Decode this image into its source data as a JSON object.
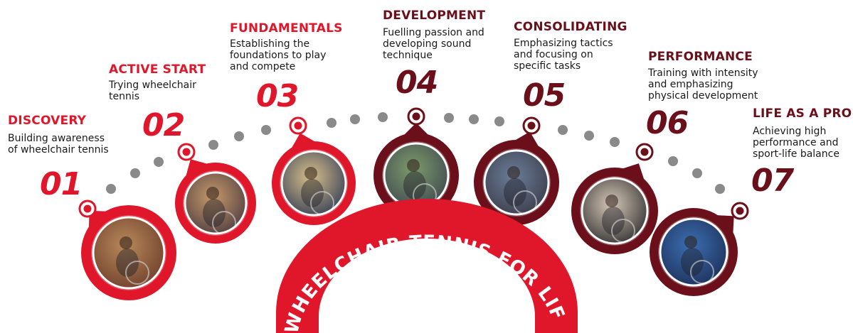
{
  "banner": {
    "text": "WHEELCHAIR TENNIS FOR LIFE"
  },
  "colors": {
    "red": "#e0162b",
    "dark_red": "#6b0f1a",
    "dot": "#8a8a8a"
  },
  "stages": [
    {
      "number": "01",
      "title": "DISCOVERY",
      "description": "Building awareness\nof wheelchair tennis",
      "color": "#e0162b",
      "photo": "child-wheelchair-tennis-balls"
    },
    {
      "number": "02",
      "title": "ACTIVE START",
      "description": "Trying wheelchair\ntennis",
      "color": "#e0162b",
      "photo": "girl-in-wheelchair"
    },
    {
      "number": "03",
      "title": "FUNDAMENTALS",
      "description": "Establishing the\nfoundations to play\nand compete",
      "color": "#e0162b",
      "photo": "boy-hitting-ball"
    },
    {
      "number": "04",
      "title": "DEVELOPMENT",
      "description": "Fuelling passion and\ndeveloping sound\ntechnique",
      "color": "#6b0f1a",
      "photo": "player-on-court"
    },
    {
      "number": "05",
      "title": "CONSOLIDATING",
      "description": "Emphasizing tactics\nand focusing on\nspecific tasks",
      "color": "#6b0f1a",
      "photo": "player-forehand"
    },
    {
      "number": "06",
      "title": "PERFORMANCE",
      "description": "Training with intensity\nand emphasizing\nphysical development",
      "color": "#6b0f1a",
      "photo": "woman-player-fist"
    },
    {
      "number": "07",
      "title": "LIFE AS A PRO",
      "description": "Achieving high\nperformance and\nsport-life balance",
      "color": "#6b0f1a",
      "photo": "pro-player-us-open"
    }
  ]
}
